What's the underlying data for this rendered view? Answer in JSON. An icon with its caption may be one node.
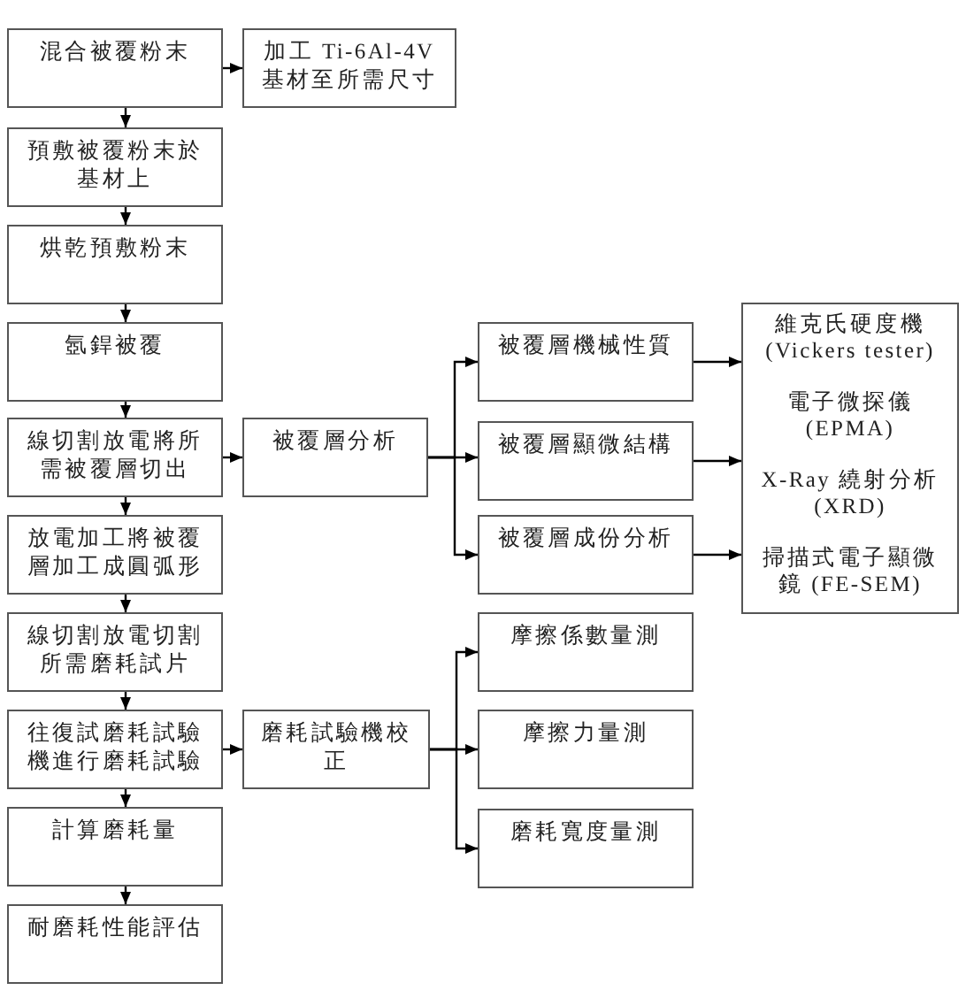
{
  "diagram": {
    "nodes": [
      {
        "text": [
          "混合被覆粉末"
        ]
      },
      {
        "text": [
          "加工 Ti-6Al-4V 基材至所需尺寸"
        ]
      },
      {
        "text": [
          "預敷被覆粉末於基材上"
        ]
      },
      {
        "text": [
          "烘乾預敷粉末"
        ]
      },
      {
        "text": [
          "氬銲被覆"
        ]
      },
      {
        "text": [
          "線切割放電將所需被覆層切出"
        ]
      },
      {
        "text": [
          "被覆層分析"
        ]
      },
      {
        "text": [
          "被覆層機械性質"
        ]
      },
      {
        "text": [
          "被覆層顯微結構"
        ]
      },
      {
        "text": [
          "被覆層成份分析"
        ]
      },
      {
        "text": [
          "維克氏硬度機 (Vickers tester)",
          "電子微探儀 (EPMA)",
          "X-Ray 繞射分析 (XRD)",
          "掃描式電子顯微鏡 (FE-SEM)"
        ]
      },
      {
        "text": [
          "放電加工將被覆層加工成圓弧形"
        ]
      },
      {
        "text": [
          "線切割放電切割所需磨耗試片"
        ]
      },
      {
        "text": [
          "往復試磨耗試驗機進行磨耗試驗"
        ]
      },
      {
        "text": [
          "磨耗試驗機校正"
        ]
      },
      {
        "text": [
          "摩擦係數量測"
        ]
      },
      {
        "text": [
          "摩擦力量測"
        ]
      },
      {
        "text": [
          "磨耗寬度量測"
        ]
      },
      {
        "text": [
          "計算磨耗量"
        ]
      },
      {
        "text": [
          "耐磨耗性能評估"
        ]
      }
    ],
    "edges": [
      {
        "from": 0,
        "to": 1,
        "arrow": "to"
      },
      {
        "from": 0,
        "to": 2,
        "arrow": "to"
      },
      {
        "from": 2,
        "to": 3,
        "arrow": "to"
      },
      {
        "from": 3,
        "to": 4,
        "arrow": "to"
      },
      {
        "from": 4,
        "to": 5,
        "arrow": "to"
      },
      {
        "from": 5,
        "to": 6,
        "arrow": "to"
      },
      {
        "from": 6,
        "to": 7,
        "arrow": "to"
      },
      {
        "from": 6,
        "to": 8,
        "arrow": "to"
      },
      {
        "from": 6,
        "to": 9,
        "arrow": "to"
      },
      {
        "from": 7,
        "to": 10,
        "arrow": "to"
      },
      {
        "from": 8,
        "to": 10,
        "arrow": "to"
      },
      {
        "from": 9,
        "to": 10,
        "arrow": "to"
      },
      {
        "from": 5,
        "to": 11,
        "arrow": "to"
      },
      {
        "from": 11,
        "to": 12,
        "arrow": "to"
      },
      {
        "from": 12,
        "to": 13,
        "arrow": "to"
      },
      {
        "from": 13,
        "to": 14,
        "arrow": "to"
      },
      {
        "from": 14,
        "to": 15,
        "arrow": "to"
      },
      {
        "from": 14,
        "to": 16,
        "arrow": "to"
      },
      {
        "from": 14,
        "to": 17,
        "arrow": "to"
      },
      {
        "from": 13,
        "to": 18,
        "arrow": "to"
      },
      {
        "from": 18,
        "to": 19,
        "arrow": "to"
      }
    ]
  }
}
